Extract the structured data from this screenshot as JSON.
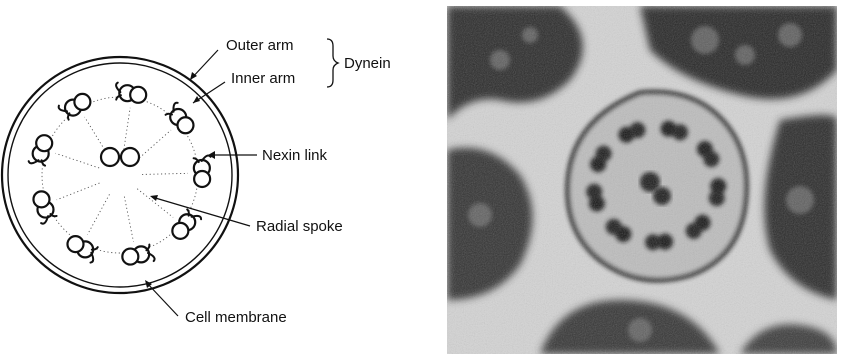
{
  "diagram": {
    "labels": {
      "outer_arm": "Outer arm",
      "inner_arm": "Inner arm",
      "dynein": "Dynein",
      "nexin_link": "Nexin link",
      "radial_spoke": "Radial spoke",
      "cell_membrane": "Cell membrane"
    },
    "doublet_count": 9,
    "central_singlet_count": 2
  },
  "micrograph": {
    "description_visible_text": ""
  },
  "colors": {
    "ink": "#111111",
    "background": "#ffffff",
    "micrograph_dark": "#1a1a1a",
    "micrograph_mid": "#7a7a7a",
    "micrograph_light": "#d9d9d9"
  }
}
